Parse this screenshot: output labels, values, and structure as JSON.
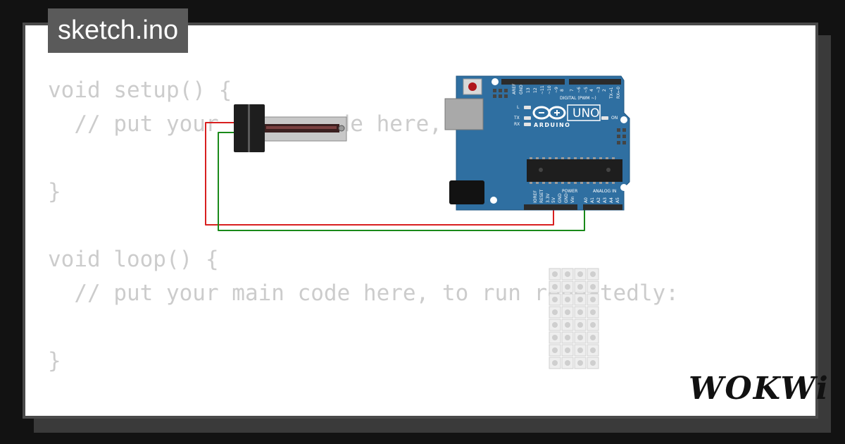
{
  "file_tab": {
    "label": "sketch.ino"
  },
  "code": {
    "lines": [
      "void setup() {",
      "  // put your setup code here, to run once:",
      "",
      "}",
      "",
      "void loop() {",
      "  // put your main code here, to run repeatedly:",
      "",
      "}"
    ]
  },
  "board": {
    "logo_text": "UNO",
    "brand": "ARDUINO",
    "digital_label": "DIGITAL (PWM ~)",
    "power_label": "POWER",
    "analog_label": "ANALOG IN",
    "led_l": "L",
    "led_tx": "TX",
    "led_rx": "RX",
    "led_on": "ON",
    "aref": "AREF",
    "gnd": "GND",
    "digital_pins": [
      "13",
      "12",
      "~11",
      "~10",
      "~9",
      "8",
      "7",
      "~6",
      "~5",
      "4",
      "~3",
      "2",
      "TX→1",
      "RX←0"
    ],
    "power_pins": [
      "IOREF",
      "RESET",
      "3.3V",
      "5V",
      "GND",
      "GND",
      "Vin"
    ],
    "analog_pins": [
      "A0",
      "A1",
      "A2",
      "A3",
      "A4",
      "A5"
    ],
    "color": "#2f6fa1"
  },
  "wires": {
    "power_color": "#d81f1f",
    "signal_color": "#1a8a1a"
  },
  "brand_logo": {
    "text": "WOKWi"
  }
}
